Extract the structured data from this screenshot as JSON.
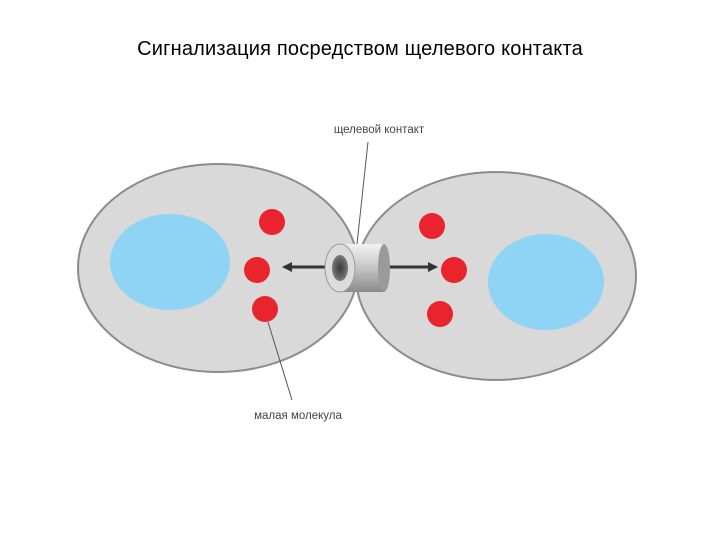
{
  "title": "Сигнализация посредством щелевого контакта",
  "labels": {
    "gap_junction": "щелевой контакт",
    "small_molecule": "малая молекула"
  },
  "colors": {
    "cell_fill": "#d9d9d9",
    "cell_stroke": "#8c8c8c",
    "nucleus": "#8fd3f5",
    "molecule": "#e8242c",
    "arrow": "#333333",
    "channel": "#c8c8c8"
  }
}
